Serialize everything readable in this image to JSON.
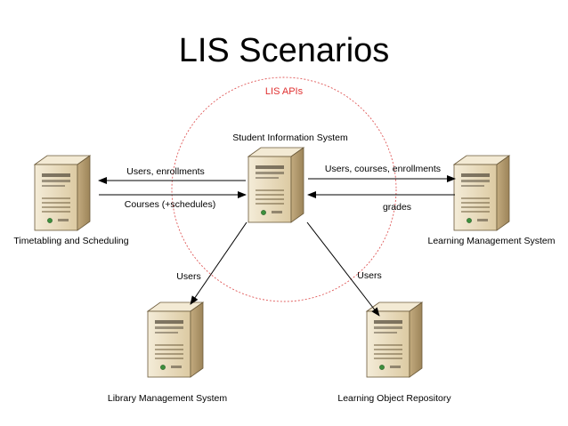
{
  "title": "LIS Scenarios",
  "api_label": "LIS APIs",
  "colors": {
    "api_circle": "#e05a5a",
    "api_label": "#e03030",
    "server_front": "#e9dbbd",
    "server_side": "#b79e6f",
    "server_top": "#f3ead4",
    "arrow": "#000000"
  },
  "nodes": {
    "sis": "Student Information System",
    "tts": "Timetabling and Scheduling",
    "lms": "Learning Management System",
    "lib": "Library Management System",
    "lor": "Learning Object Repository"
  },
  "flows": {
    "sis_to_tts": "Users, enrollments",
    "tts_to_sis": "Courses (+schedules)",
    "sis_to_lms": "Users, courses, enrollments",
    "lms_to_sis": "grades",
    "sis_to_lib": "Users",
    "sis_to_lor": "Users"
  }
}
